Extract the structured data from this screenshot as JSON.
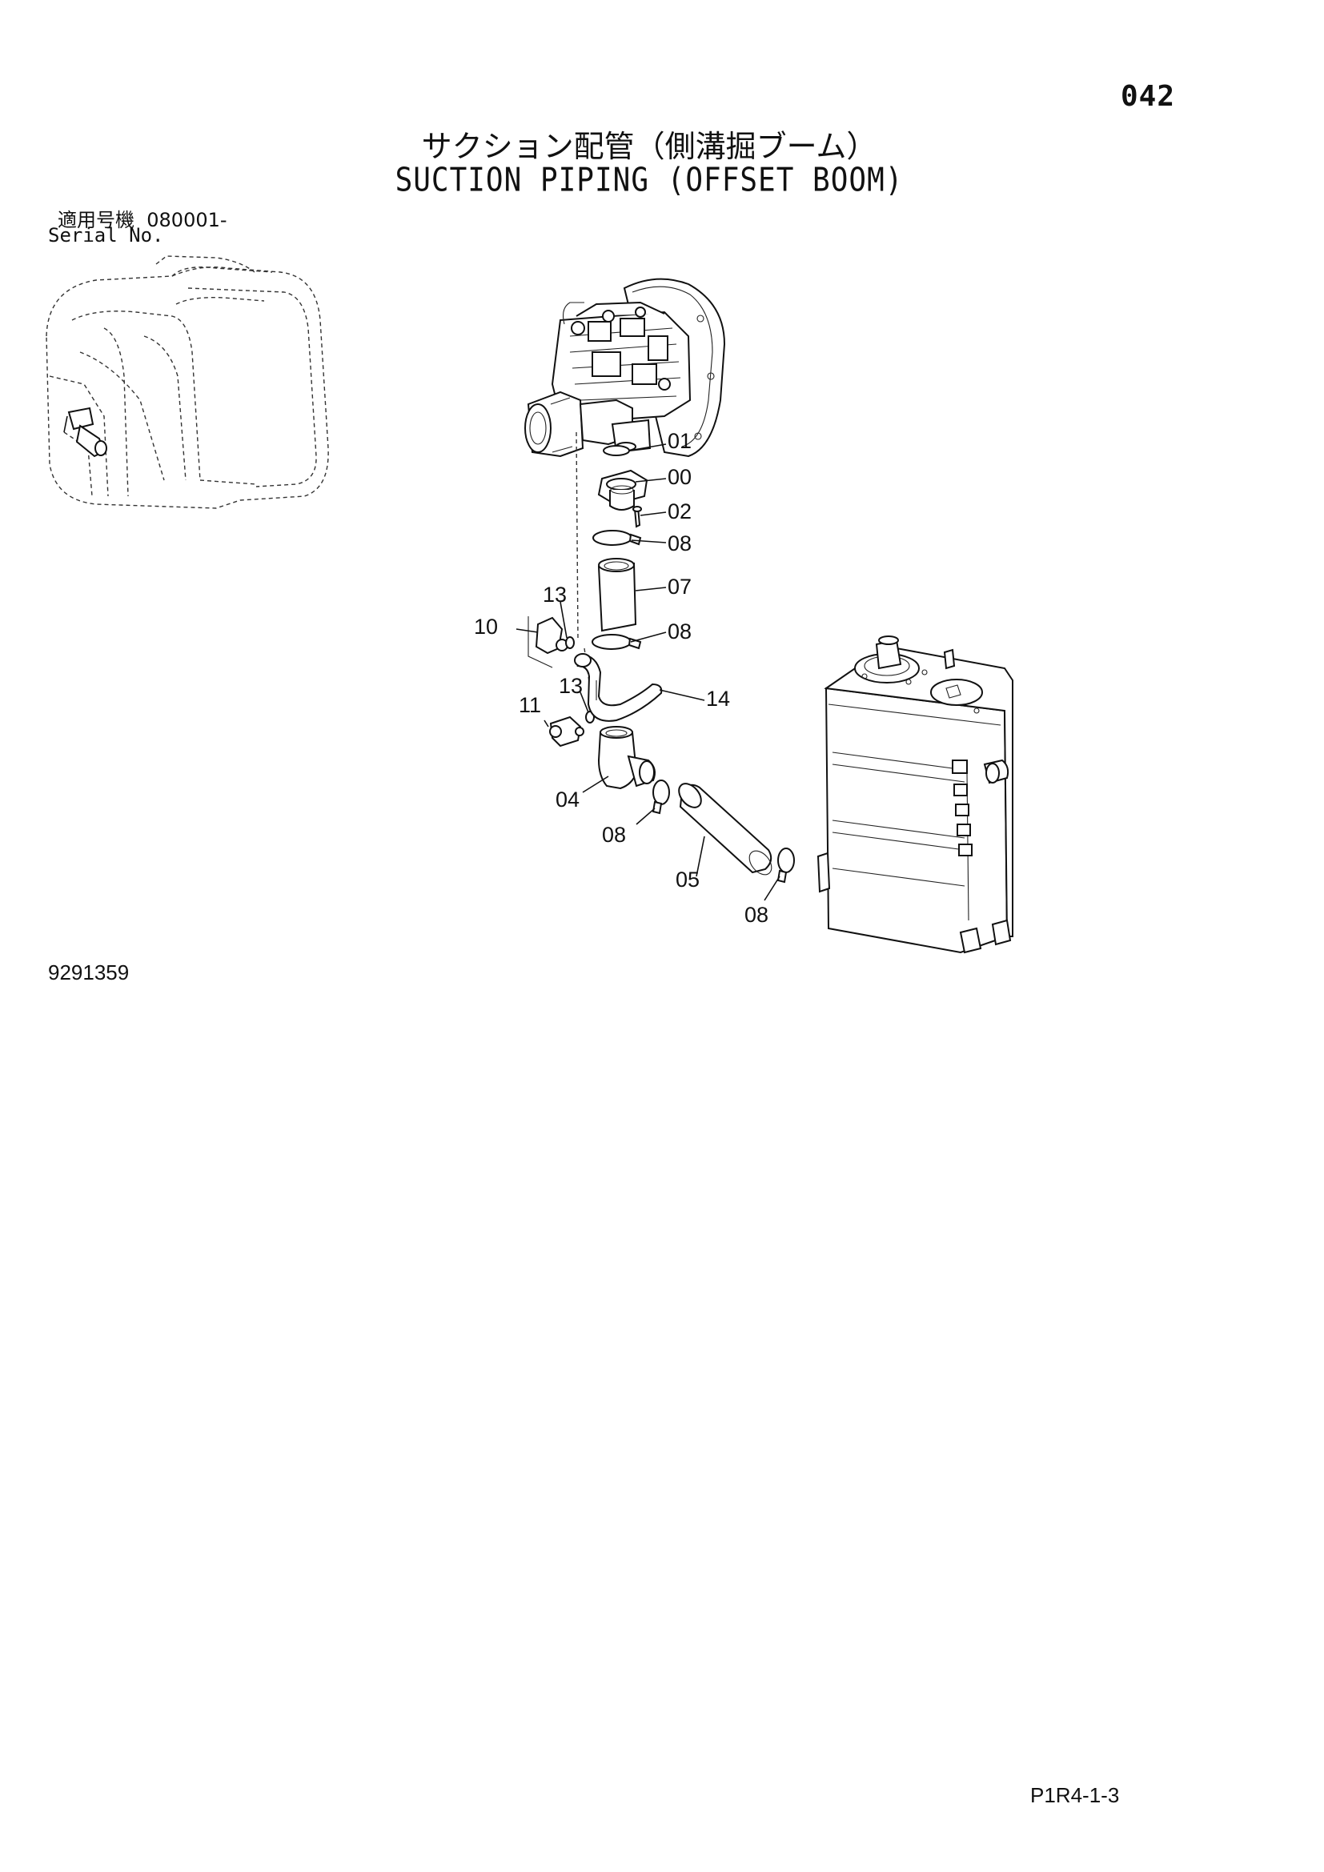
{
  "page": {
    "number": "042",
    "title_jp": "サクション配管（側溝掘ブーム）",
    "title_en": "SUCTION PIPING (OFFSET BOOM)",
    "serial_label_jp": "適用号機",
    "serial_value": "080001-",
    "serial_label_en": "Serial No.",
    "drawing_number": "9291359",
    "page_code": "P1R4-1-3"
  },
  "callouts": {
    "c01": "01",
    "c00": "00",
    "c02": "02",
    "c08a": "08",
    "c07": "07",
    "c08b": "08",
    "c13a": "13",
    "c10": "10",
    "c14": "14",
    "c13b": "13",
    "c11": "11",
    "c04": "04",
    "c08c": "08",
    "c05": "05",
    "c08d": "08"
  }
}
